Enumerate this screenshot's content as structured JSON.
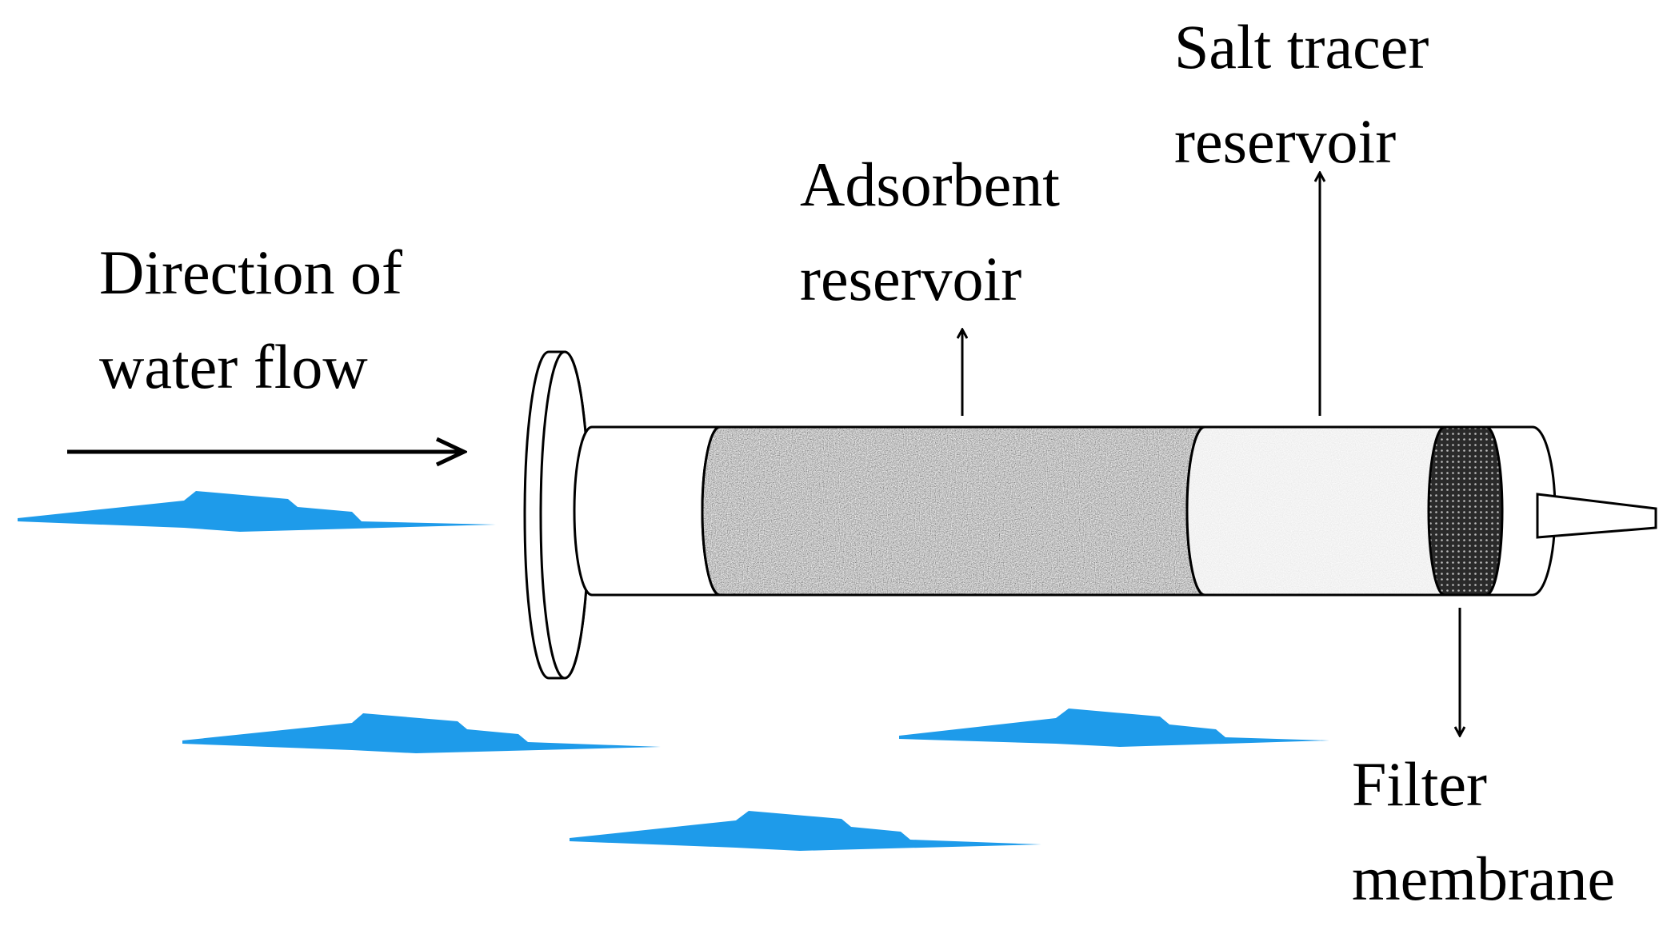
{
  "labels": {
    "direction_line1": "Direction of",
    "direction_line2": "water flow",
    "adsorbent_line1": "Adsorbent",
    "adsorbent_line2": "reservoir",
    "salt_line1": "Salt tracer",
    "salt_line2": "reservoir",
    "filter_line1": "Filter",
    "filter_line2": "membrane"
  },
  "colors": {
    "water": "#1E9BEA",
    "outline": "#000000",
    "adsorbent_fill": "#9a9a9a",
    "salt_fill": "#ececec",
    "membrane_fill": "#333333",
    "background": "#ffffff"
  }
}
